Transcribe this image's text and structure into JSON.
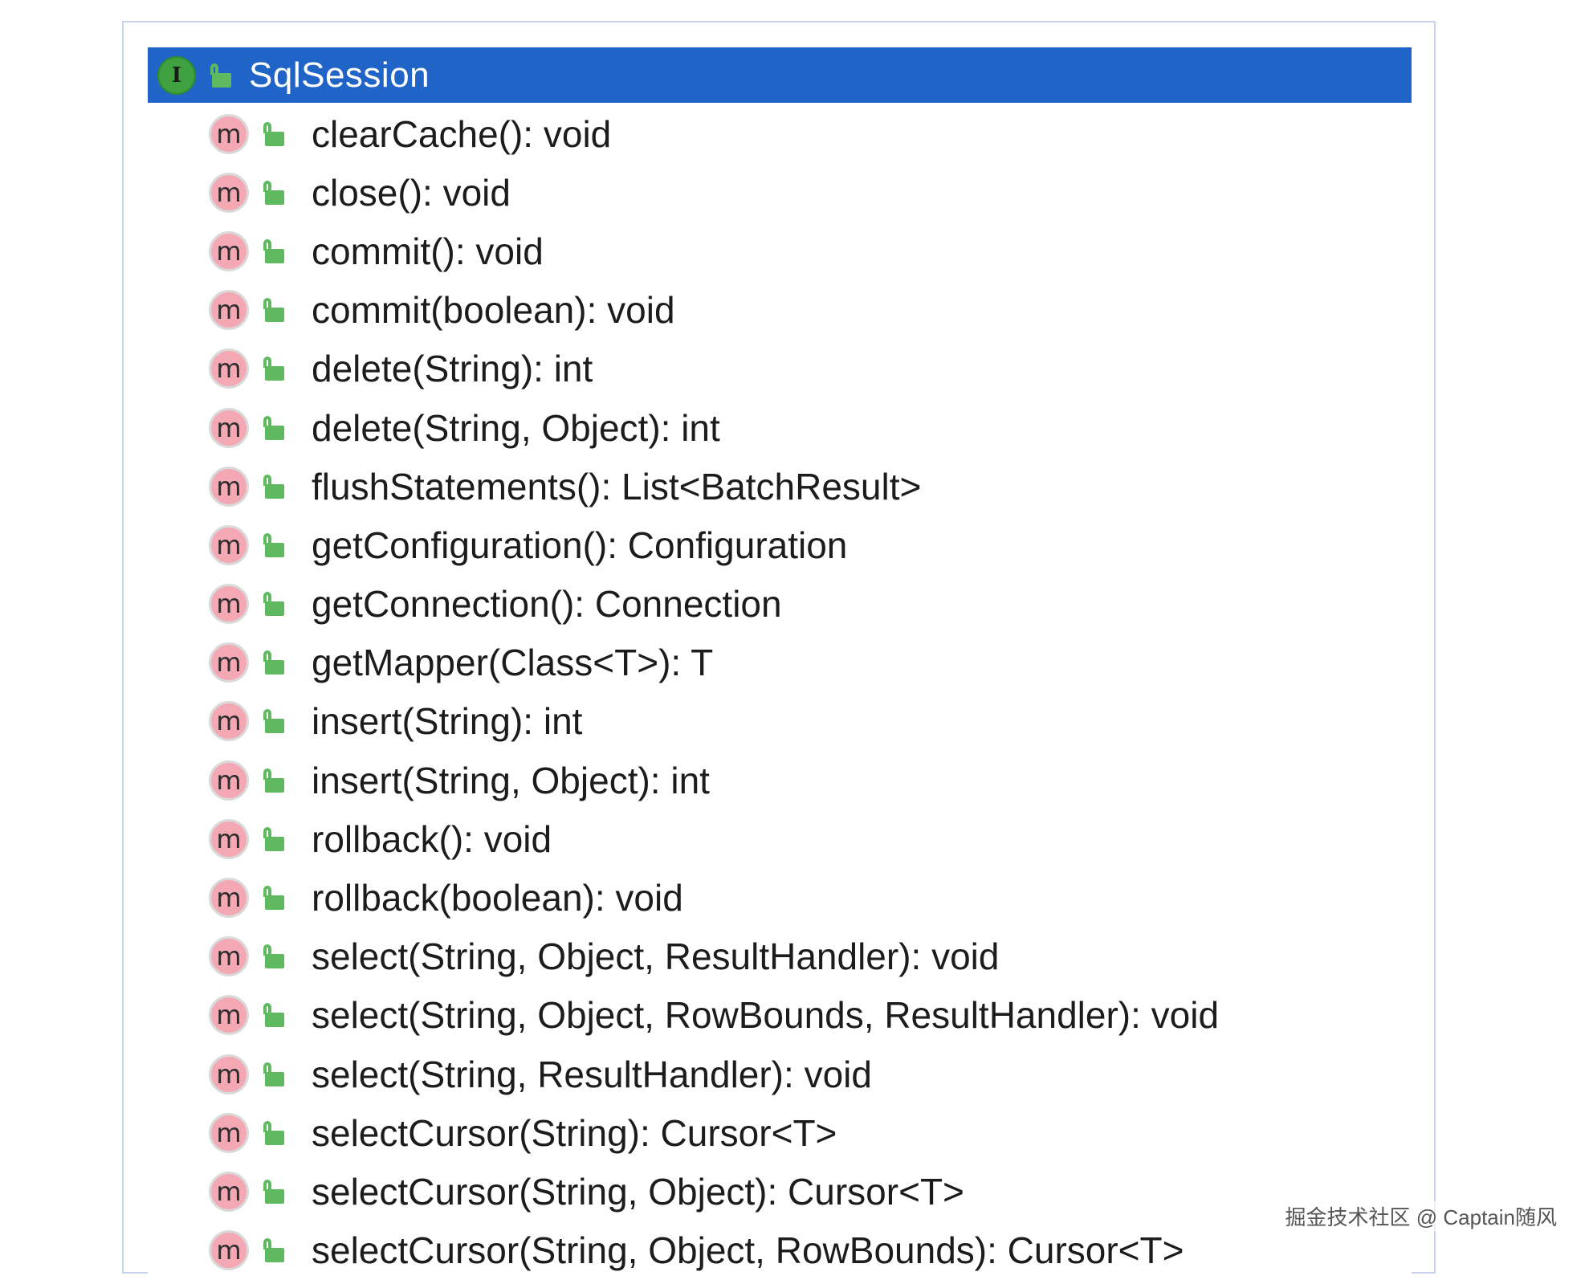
{
  "structure_panel": {
    "header": {
      "badge_letter": "I",
      "title": "SqlSession"
    },
    "method_badge_letter": "m",
    "methods": [
      {
        "label": "clearCache(): void"
      },
      {
        "label": "close(): void"
      },
      {
        "label": "commit(): void"
      },
      {
        "label": "commit(boolean): void"
      },
      {
        "label": "delete(String): int"
      },
      {
        "label": "delete(String, Object): int"
      },
      {
        "label": "flushStatements(): List<BatchResult>"
      },
      {
        "label": "getConfiguration(): Configuration"
      },
      {
        "label": "getConnection(): Connection"
      },
      {
        "label": "getMapper(Class<T>): T"
      },
      {
        "label": "insert(String): int"
      },
      {
        "label": "insert(String, Object): int"
      },
      {
        "label": "rollback(): void"
      },
      {
        "label": "rollback(boolean): void"
      },
      {
        "label": "select(String, Object, ResultHandler): void"
      },
      {
        "label": "select(String, Object, RowBounds, ResultHandler): void"
      },
      {
        "label": "select(String, ResultHandler): void"
      },
      {
        "label": "selectCursor(String): Cursor<T>"
      },
      {
        "label": "selectCursor(String, Object): Cursor<T>"
      },
      {
        "label": "selectCursor(String, Object, RowBounds): Cursor<T>"
      }
    ]
  },
  "footer": {
    "watermark_text": "掘金技术社区 @ Captain随风"
  },
  "colors": {
    "header_bg": "#1f64c6",
    "interface_badge": "#3fa13f",
    "method_badge": "#f4a8b4",
    "lock_green": "#5fb95f"
  }
}
